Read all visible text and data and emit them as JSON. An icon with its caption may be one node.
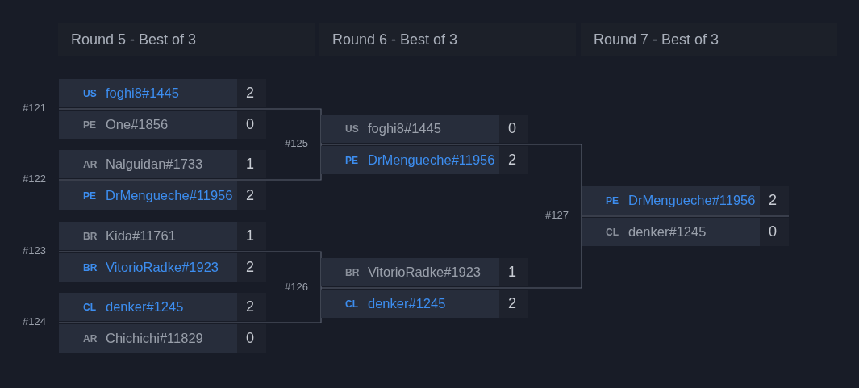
{
  "diagram": {
    "nodes": [
      {
        "text": [
          "Round 5 - Best of 3"
        ]
      },
      {
        "text": [
          "Round 6 - Best of 3"
        ]
      },
      {
        "text": [
          "Round 7 - Best of 3"
        ]
      },
      {
        "text": [
          "US",
          "foghi8#1445",
          "2",
          "PE",
          "One#1856",
          "0"
        ],
        "beside": [
          "#121"
        ]
      },
      {
        "text": [
          "AR",
          "Nalguidan#1733",
          "1",
          "PE",
          "DrMengueche#11956",
          "2"
        ],
        "beside": [
          "#122"
        ]
      },
      {
        "text": [
          "BR",
          "Kida#11761",
          "1",
          "BR",
          "VitorioRadke#1923",
          "2"
        ],
        "beside": [
          "#123"
        ]
      },
      {
        "text": [
          "CL",
          "denker#1245",
          "2",
          "AR",
          "Chichichi#11829",
          "0"
        ],
        "beside": [
          "#124"
        ]
      },
      {
        "text": [
          "US",
          "foghi8#1445",
          "0",
          "PE",
          "DrMengueche#11956",
          "2"
        ],
        "beside": [
          "#125"
        ]
      },
      {
        "text": [
          "BR",
          "VitorioRadke#1923",
          "1",
          "CL",
          "denker#1245",
          "2"
        ],
        "beside": [
          "#126"
        ]
      },
      {
        "text": [
          "PE",
          "DrMengueche#11956",
          "2",
          "CL",
          "denker#1245",
          "0"
        ],
        "beside": [
          "#127"
        ]
      }
    ],
    "edges": [
      {
        "from": 3,
        "to": 7,
        "arrow": "none"
      },
      {
        "from": 4,
        "to": 7,
        "arrow": "none"
      },
      {
        "from": 5,
        "to": 8,
        "arrow": "none"
      },
      {
        "from": 6,
        "to": 8,
        "arrow": "none"
      },
      {
        "from": 7,
        "to": 9,
        "arrow": "none"
      },
      {
        "from": 8,
        "to": 9,
        "arrow": "none"
      }
    ]
  }
}
